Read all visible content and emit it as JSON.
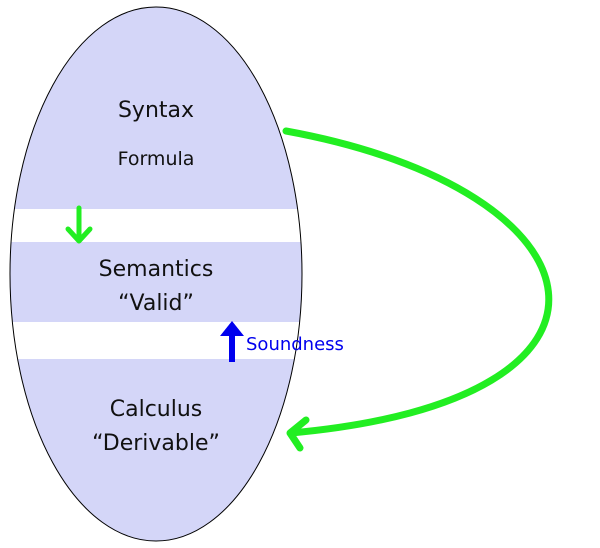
{
  "diagram": {
    "syntax": {
      "title": "Syntax",
      "subtitle": "Formula"
    },
    "semantics": {
      "title": "Semantics",
      "subtitle": "“Valid”"
    },
    "calculus": {
      "title": "Calculus",
      "subtitle": "“Derivable”"
    },
    "soundness_label": "Soundness"
  },
  "colors": {
    "ellipse_fill": "#d4d6f8",
    "ellipse_stroke": "#000000",
    "green_arrow": "#22ee22",
    "blue_arrow": "#0000ee",
    "background": "#ffffff"
  }
}
